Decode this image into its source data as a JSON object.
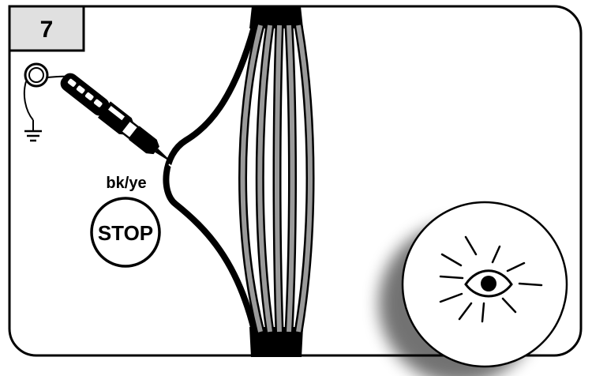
{
  "step": {
    "number": "7"
  },
  "wire": {
    "color_label": "bk/ye"
  },
  "stop_sign": {
    "label": "STOP"
  },
  "icons": {
    "tester": "voltage-tester-icon",
    "ground": "ground-symbol-icon",
    "eye": "eye-inspect-icon"
  },
  "colors": {
    "outline": "#000000",
    "step_box_fill": "#e0e0e0",
    "inner_wire_fill": "#9a9a9a",
    "background": "#ffffff"
  }
}
